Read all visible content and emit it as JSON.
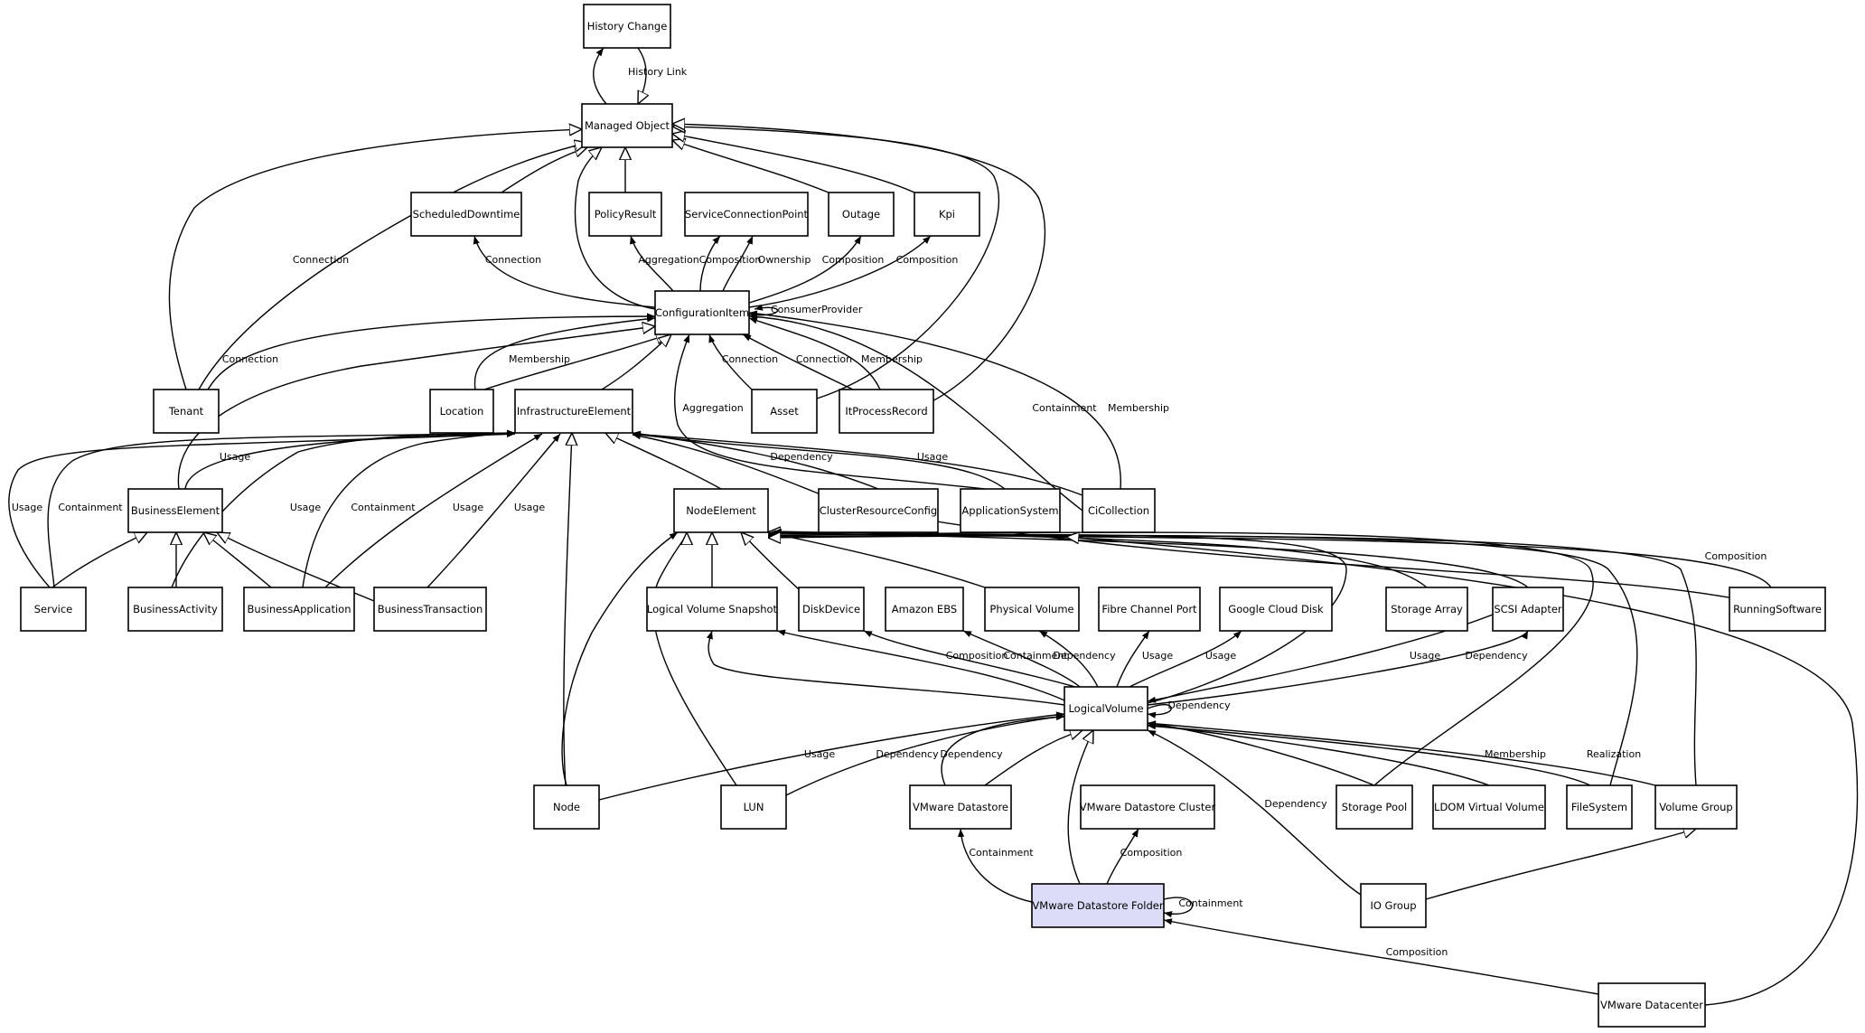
{
  "diagram": {
    "nodes": [
      {
        "id": "history_change",
        "label": "History Change"
      },
      {
        "id": "managed_object",
        "label": "Managed Object"
      },
      {
        "id": "scheduled_downtime",
        "label": "ScheduledDowntime"
      },
      {
        "id": "policy_result",
        "label": "PolicyResult"
      },
      {
        "id": "service_connection_point",
        "label": "ServiceConnectionPoint"
      },
      {
        "id": "outage",
        "label": "Outage"
      },
      {
        "id": "kpi",
        "label": "Kpi"
      },
      {
        "id": "configuration_item",
        "label": "ConfigurationItem"
      },
      {
        "id": "tenant",
        "label": "Tenant"
      },
      {
        "id": "location",
        "label": "Location"
      },
      {
        "id": "infrastructure_element",
        "label": "InfrastructureElement"
      },
      {
        "id": "asset",
        "label": "Asset"
      },
      {
        "id": "it_process_record",
        "label": "ItProcessRecord"
      },
      {
        "id": "business_element",
        "label": "BusinessElement"
      },
      {
        "id": "node_element",
        "label": "NodeElement"
      },
      {
        "id": "cluster_resource_config",
        "label": "ClusterResourceConfig"
      },
      {
        "id": "application_system",
        "label": "ApplicationSystem"
      },
      {
        "id": "ci_collection",
        "label": "CiCollection"
      },
      {
        "id": "service",
        "label": "Service"
      },
      {
        "id": "business_activity",
        "label": "BusinessActivity"
      },
      {
        "id": "business_application",
        "label": "BusinessApplication"
      },
      {
        "id": "business_transaction",
        "label": "BusinessTransaction"
      },
      {
        "id": "logical_volume_snapshot",
        "label": "Logical Volume Snapshot"
      },
      {
        "id": "disk_device",
        "label": "DiskDevice"
      },
      {
        "id": "amazon_ebs",
        "label": "Amazon EBS"
      },
      {
        "id": "physical_volume",
        "label": "Physical Volume"
      },
      {
        "id": "fibre_channel_port",
        "label": "Fibre Channel Port"
      },
      {
        "id": "google_cloud_disk",
        "label": "Google Cloud Disk"
      },
      {
        "id": "storage_array",
        "label": "Storage Array"
      },
      {
        "id": "scsi_adapter",
        "label": "SCSI Adapter"
      },
      {
        "id": "running_software",
        "label": "RunningSoftware"
      },
      {
        "id": "logical_volume",
        "label": "LogicalVolume"
      },
      {
        "id": "node",
        "label": "Node"
      },
      {
        "id": "lun",
        "label": "LUN"
      },
      {
        "id": "vmware_datastore",
        "label": "VMware Datastore"
      },
      {
        "id": "vmware_datastore_cluster",
        "label": "VMware Datastore Cluster"
      },
      {
        "id": "storage_pool",
        "label": "Storage Pool"
      },
      {
        "id": "ldom_virtual_volume",
        "label": "LDOM Virtual Volume"
      },
      {
        "id": "file_system",
        "label": "FileSystem"
      },
      {
        "id": "volume_group",
        "label": "Volume Group"
      },
      {
        "id": "vmware_datastore_folder",
        "label": "VMware Datastore Folder",
        "highlight": true
      },
      {
        "id": "io_group",
        "label": "IO Group"
      },
      {
        "id": "vmware_datacenter",
        "label": "VMware Datacenter"
      }
    ],
    "edges": [
      {
        "from": "managed_object",
        "to": "history_change",
        "label": "History Link",
        "arrow": "filled"
      },
      {
        "from": "history_change",
        "to": "managed_object",
        "label": "",
        "arrow": "hollow"
      },
      {
        "from": "scheduled_downtime",
        "to": "managed_object",
        "label": "",
        "arrow": "hollow"
      },
      {
        "from": "policy_result",
        "to": "managed_object",
        "label": "",
        "arrow": "hollow"
      },
      {
        "from": "outage",
        "to": "managed_object",
        "label": "",
        "arrow": "hollow"
      },
      {
        "from": "kpi",
        "to": "managed_object",
        "label": "",
        "arrow": "hollow"
      },
      {
        "from": "tenant",
        "to": "managed_object",
        "label": "",
        "arrow": "hollow"
      },
      {
        "from": "tenant",
        "to": "managed_object",
        "label": "Connection",
        "arrow": "hollow"
      },
      {
        "from": "configuration_item",
        "to": "managed_object",
        "label": "",
        "arrow": "hollow"
      },
      {
        "from": "asset",
        "to": "managed_object",
        "label": "",
        "arrow": "hollow"
      },
      {
        "from": "it_process_record",
        "to": "managed_object",
        "label": "",
        "arrow": "hollow"
      },
      {
        "from": "configuration_item",
        "to": "scheduled_downtime",
        "label": "Connection",
        "arrow": "filled"
      },
      {
        "from": "configuration_item",
        "to": "policy_result",
        "label": "Aggregation",
        "arrow": "filled"
      },
      {
        "from": "configuration_item",
        "to": "service_connection_point",
        "label": "Composition",
        "arrow": "filled"
      },
      {
        "from": "configuration_item",
        "to": "service_connection_point",
        "label": "Ownership",
        "arrow": "filled"
      },
      {
        "from": "configuration_item",
        "to": "outage",
        "label": "Composition",
        "arrow": "filled"
      },
      {
        "from": "configuration_item",
        "to": "kpi",
        "label": "Composition",
        "arrow": "filled"
      },
      {
        "from": "configuration_item",
        "to": "configuration_item",
        "label": "ConsumerProvider",
        "arrow": "filled"
      },
      {
        "from": "tenant",
        "to": "configuration_item",
        "label": "Connection",
        "arrow": "filled"
      },
      {
        "from": "location",
        "to": "configuration_item",
        "label": "Membership",
        "arrow": "filled"
      },
      {
        "from": "location",
        "to": "configuration_item",
        "label": "",
        "arrow": "hollow"
      },
      {
        "from": "infrastructure_element",
        "to": "configuration_item",
        "label": "",
        "arrow": "hollow"
      },
      {
        "from": "business_element",
        "to": "configuration_item",
        "label": "",
        "arrow": "hollow"
      },
      {
        "from": "asset",
        "to": "configuration_item",
        "label": "Connection",
        "arrow": "filled"
      },
      {
        "from": "it_process_record",
        "to": "configuration_item",
        "label": "Connection",
        "arrow": "filled"
      },
      {
        "from": "it_process_record",
        "to": "configuration_item",
        "label": "Membership",
        "arrow": "filled"
      },
      {
        "from": "ci_collection",
        "to": "configuration_item",
        "label": "Containment",
        "arrow": "filled"
      },
      {
        "from": "ci_collection",
        "to": "configuration_item",
        "label": "Membership",
        "arrow": "filled"
      },
      {
        "from": "application_system",
        "to": "configuration_item",
        "label": "Aggregation",
        "arrow": "filled"
      },
      {
        "from": "business_element",
        "to": "infrastructure_element",
        "label": "Usage",
        "arrow": "filled"
      },
      {
        "from": "service",
        "to": "infrastructure_element",
        "label": "Usage",
        "arrow": "filled"
      },
      {
        "from": "service",
        "to": "infrastructure_element",
        "label": "Containment",
        "arrow": "filled"
      },
      {
        "from": "business_activity",
        "to": "infrastructure_element",
        "label": "Usage",
        "arrow": "filled"
      },
      {
        "from": "business_application",
        "to": "infrastructure_element",
        "label": "Containment",
        "arrow": "filled"
      },
      {
        "from": "business_application",
        "to": "infrastructure_element",
        "label": "Usage",
        "arrow": "filled"
      },
      {
        "from": "business_transaction",
        "to": "infrastructure_element",
        "label": "Usage",
        "arrow": "filled"
      },
      {
        "from": "node",
        "to": "infrastructure_element",
        "label": "",
        "arrow": "hollow"
      },
      {
        "from": "node_element",
        "to": "infrastructure_element",
        "label": "",
        "arrow": "hollow"
      },
      {
        "from": "cluster_resource_config",
        "to": "infrastructure_element",
        "label": "Dependency",
        "arrow": "filled"
      },
      {
        "from": "application_system",
        "to": "infrastructure_element",
        "label": "Usage",
        "arrow": "filled"
      },
      {
        "from": "ci_collection",
        "to": "infrastructure_element",
        "label": "",
        "arrow": "filled"
      },
      {
        "from": "running_software",
        "to": "infrastructure_element",
        "label": "",
        "arrow": "filled"
      },
      {
        "from": "service",
        "to": "business_element",
        "label": "",
        "arrow": "hollow"
      },
      {
        "from": "business_activity",
        "to": "business_element",
        "label": "",
        "arrow": "hollow"
      },
      {
        "from": "business_application",
        "to": "business_element",
        "label": "",
        "arrow": "hollow"
      },
      {
        "from": "business_transaction",
        "to": "business_element",
        "label": "",
        "arrow": "hollow"
      },
      {
        "from": "logical_volume_snapshot",
        "to": "node_element",
        "label": "",
        "arrow": "hollow"
      },
      {
        "from": "disk_device",
        "to": "node_element",
        "label": "",
        "arrow": "hollow"
      },
      {
        "from": "node",
        "to": "node_element",
        "label": "Composition",
        "arrow": "filled"
      },
      {
        "from": "lun",
        "to": "node_element",
        "label": "",
        "arrow": "hollow"
      },
      {
        "from": "physical_volume",
        "to": "node_element",
        "label": "",
        "arrow": "hollow"
      },
      {
        "from": "storage_array",
        "to": "node_element",
        "label": "Composition",
        "arrow": "filled"
      },
      {
        "from": "scsi_adapter",
        "to": "node_element",
        "label": "",
        "arrow": "hollow"
      },
      {
        "from": "running_software",
        "to": "node_element",
        "label": "Usage",
        "arrow": "filled"
      },
      {
        "from": "logical_volume",
        "to": "node_element",
        "label": "",
        "arrow": "hollow"
      },
      {
        "from": "storage_pool",
        "to": "node_element",
        "label": "",
        "arrow": "hollow"
      },
      {
        "from": "file_system",
        "to": "node_element",
        "label": "",
        "arrow": "hollow"
      },
      {
        "from": "volume_group",
        "to": "node_element",
        "label": "",
        "arrow": "hollow"
      },
      {
        "from": "vmware_datacenter",
        "to": "application_system",
        "label": "",
        "arrow": "hollow"
      },
      {
        "from": "logical_volume",
        "to": "logical_volume_snapshot",
        "label": "Composition",
        "arrow": "filled"
      },
      {
        "from": "logical_volume",
        "to": "logical_volume_snapshot",
        "label": "Containment",
        "arrow": "filled"
      },
      {
        "from": "logical_volume",
        "to": "disk_device",
        "label": "Dependency",
        "arrow": "filled"
      },
      {
        "from": "logical_volume",
        "to": "amazon_ebs",
        "label": "Usage",
        "arrow": "filled"
      },
      {
        "from": "logical_volume",
        "to": "physical_volume",
        "label": "Usage",
        "arrow": "filled"
      },
      {
        "from": "logical_volume",
        "to": "fibre_channel_port",
        "label": "Dependency",
        "arrow": "filled"
      },
      {
        "from": "logical_volume",
        "to": "google_cloud_disk",
        "label": "Usage",
        "arrow": "filled"
      },
      {
        "from": "logical_volume",
        "to": "scsi_adapter",
        "label": "Dependency",
        "arrow": "filled"
      },
      {
        "from": "scsi_adapter",
        "to": "logical_volume",
        "label": "Usage",
        "arrow": "filled"
      },
      {
        "from": "logical_volume",
        "to": "logical_volume",
        "label": "Dependency",
        "arrow": "filled"
      },
      {
        "from": "node",
        "to": "logical_volume",
        "label": "Dependency",
        "arrow": "filled"
      },
      {
        "from": "lun",
        "to": "logical_volume",
        "label": "Dependency",
        "arrow": "filled"
      },
      {
        "from": "vmware_datastore",
        "to": "logical_volume",
        "label": "Composition",
        "arrow": "filled"
      },
      {
        "from": "vmware_datastore",
        "to": "logical_volume",
        "label": "",
        "arrow": "hollow"
      },
      {
        "from": "vmware_datastore_folder",
        "to": "logical_volume",
        "label": "",
        "arrow": "hollow"
      },
      {
        "from": "storage_pool",
        "to": "logical_volume",
        "label": "Membership",
        "arrow": "filled"
      },
      {
        "from": "ldom_virtual_volume",
        "to": "logical_volume",
        "label": "Realization",
        "arrow": "filled"
      },
      {
        "from": "file_system",
        "to": "logical_volume",
        "label": "Dependency",
        "arrow": "filled"
      },
      {
        "from": "volume_group",
        "to": "logical_volume",
        "label": "Containment",
        "arrow": "filled"
      },
      {
        "from": "io_group",
        "to": "logical_volume",
        "label": "Composition",
        "arrow": "filled"
      },
      {
        "from": "vmware_datastore_folder",
        "to": "vmware_datastore",
        "label": "Containment",
        "arrow": "filled"
      },
      {
        "from": "vmware_datastore_folder",
        "to": "vmware_datastore_cluster",
        "label": "Composition",
        "arrow": "filled"
      },
      {
        "from": "vmware_datastore_folder",
        "to": "vmware_datastore_folder",
        "label": "Composition",
        "arrow": "filled"
      },
      {
        "from": "io_group",
        "to": "volume_group",
        "label": "",
        "arrow": "hollow"
      },
      {
        "from": "vmware_datacenter",
        "to": "vmware_datastore_folder",
        "label": "Composition",
        "arrow": "filled"
      }
    ]
  }
}
